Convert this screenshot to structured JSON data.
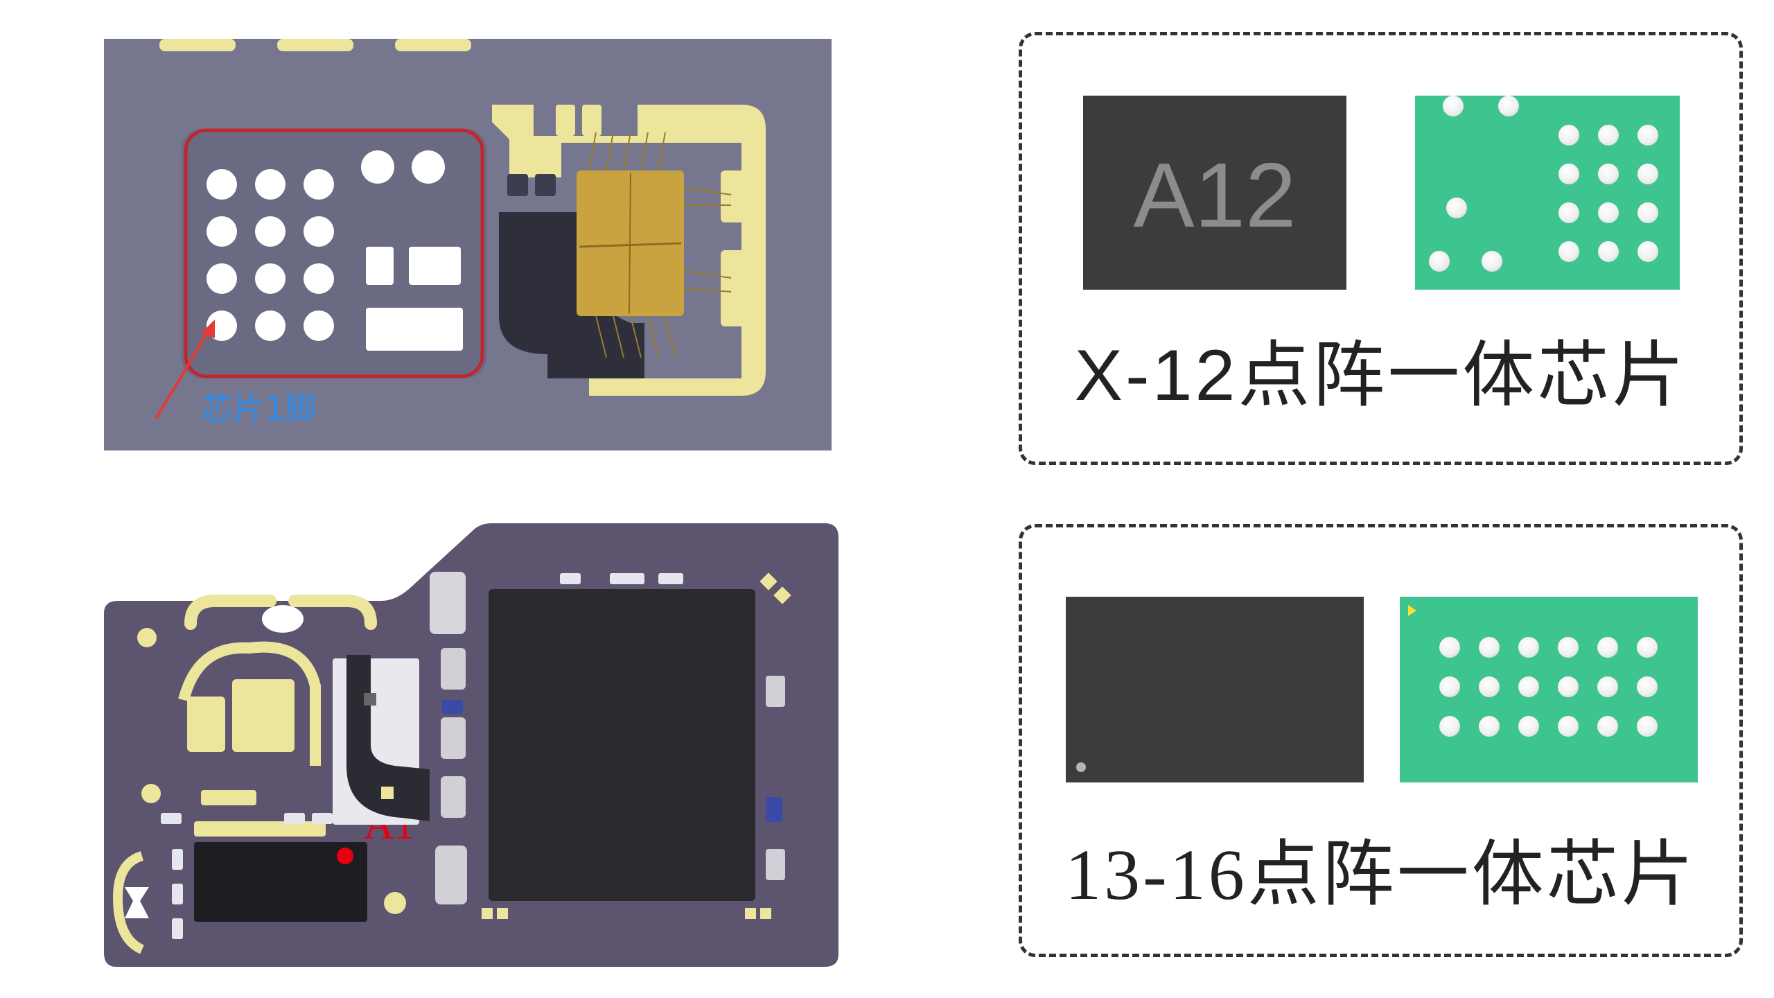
{
  "pcb_top": {
    "callout_label": "芯片1脚",
    "callout_color": "#2a8be8",
    "highlight_color": "#c0272d"
  },
  "pcb_bottom": {
    "pin_label": "A1",
    "pin_color": "#e60012"
  },
  "panel_x12": {
    "chip_marking": "A12",
    "caption": "X-12点阵一体芯片"
  },
  "panel_1316": {
    "caption": "13-16点阵一体芯片"
  },
  "colors": {
    "pcb_top_board": "#76768f",
    "pcb_bottom_board": "#5d5470",
    "gold_pad": "#ece59b",
    "chip_body": "#3c3c3c",
    "chip_substrate": "#3ec48f"
  }
}
